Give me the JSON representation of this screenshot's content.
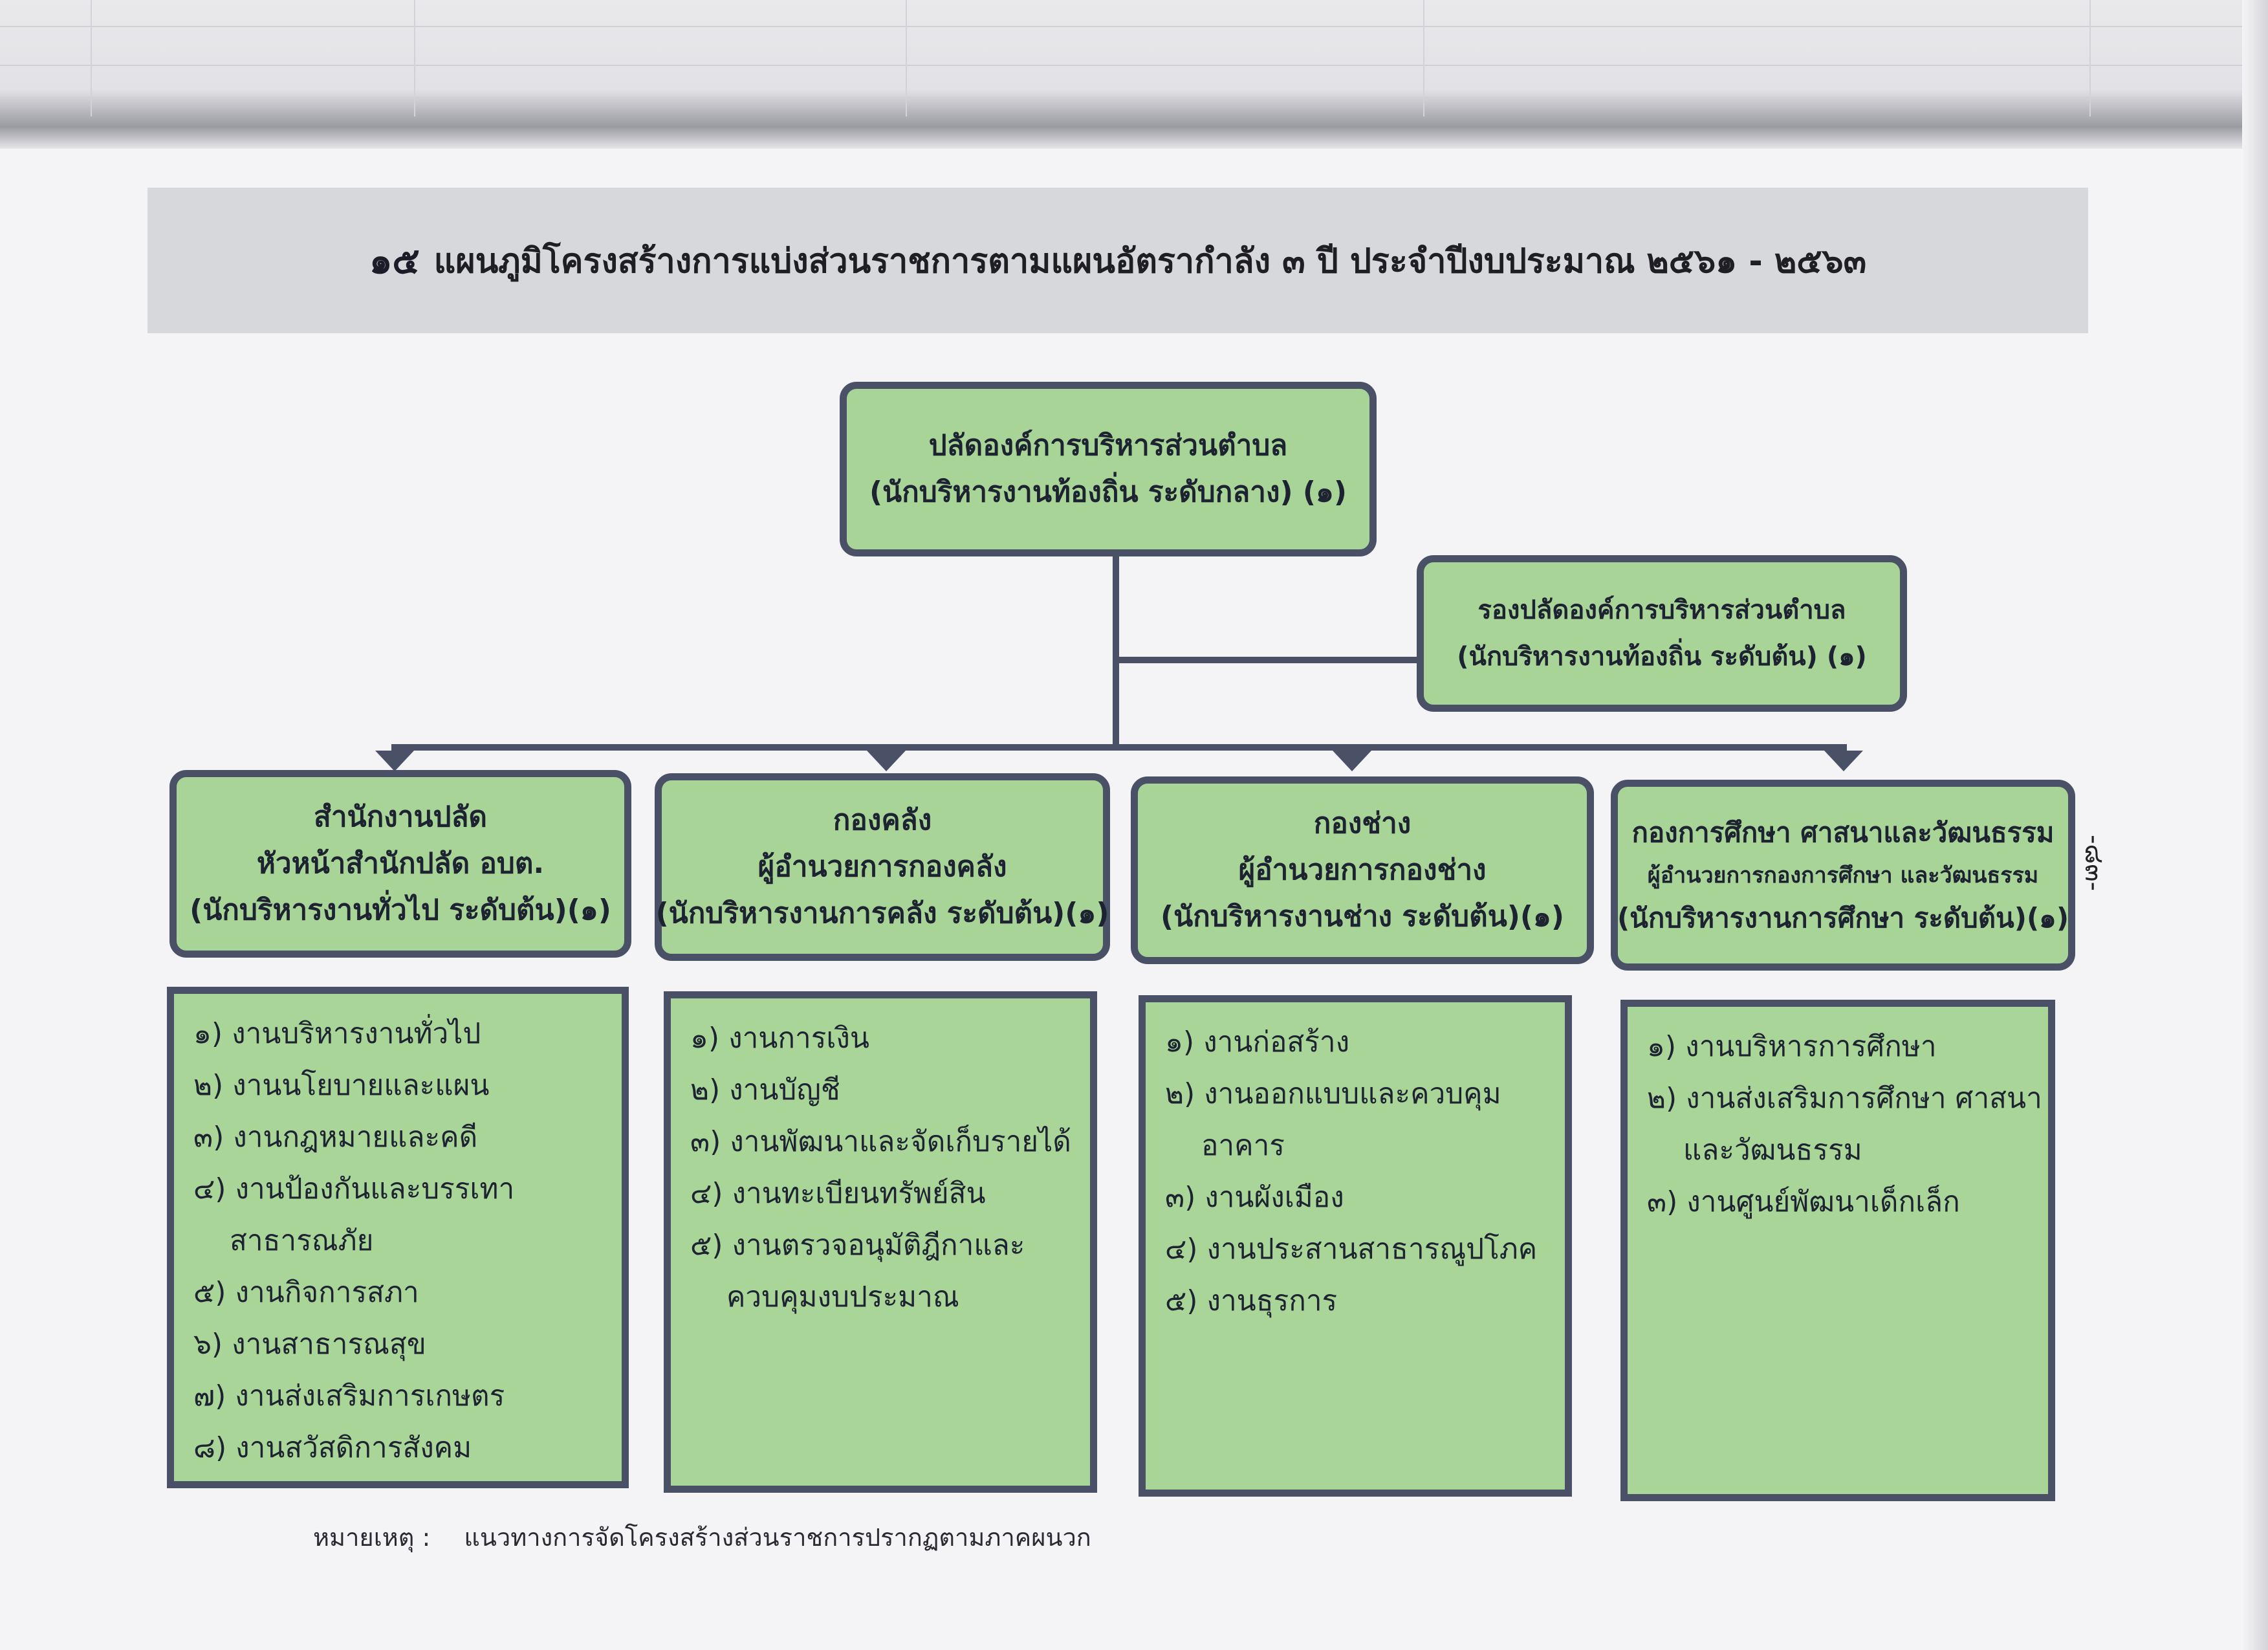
{
  "title": {
    "number_icon": "๑๕",
    "text": "แผนภูมิโครงสร้างการแบ่งส่วนราชการตามแผนอัตรากำลัง ๓ ปี ประจำปีงบประมาณ ๒๕๖๑ - ๒๕๖๓"
  },
  "top_box": {
    "line1": "ปลัดองค์การบริหารส่วนตำบล",
    "line2": "(นักบริหารงานท้องถิ่น ระดับกลาง) (๑)"
  },
  "deputy_box": {
    "line1": "รองปลัดองค์การบริหารส่วนตำบล",
    "line2": "(นักบริหารงานท้องถิ่น ระดับต้น) (๑)"
  },
  "divisions": [
    {
      "name": "สำนักงานปลัด",
      "head": "หัวหน้าสำนักปลัด อบต.",
      "position": "(นักบริหารงานทั่วไป ระดับต้น)(๑)",
      "tasks": [
        "๑) งานบริหารงานทั่วไป",
        "๒) งานนโยบายและแผน",
        "๓) งานกฎหมายและคดี",
        "๔) งานป้องกันและบรรเทา",
        "สาธารณภัย",
        "๕) งานกิจการสภา",
        "๖) งานสาธารณสุข",
        "๗) งานส่งเสริมการเกษตร",
        "๘) งานสวัสดิการสังคม"
      ]
    },
    {
      "name": "กองคลัง",
      "head": "ผู้อำนวยการกองคลัง",
      "position": "(นักบริหารงานการคลัง ระดับต้น)(๑)",
      "tasks": [
        "๑) งานการเงิน",
        "๒) งานบัญชี",
        "๓) งานพัฒนาและจัดเก็บรายได้",
        "๔) งานทะเบียนทรัพย์สิน",
        "๕) งานตรวจอนุมัติฎีกาและ",
        "ควบคุมงบประมาณ"
      ]
    },
    {
      "name": "กองช่าง",
      "head": "ผู้อำนวยการกองช่าง",
      "position": "(นักบริหารงานช่าง ระดับต้น)(๑)",
      "tasks": [
        "๑) งานก่อสร้าง",
        "๒) งานออกแบบและควบคุม",
        "อาคาร",
        "๓) งานผังเมือง",
        "๔) งานประสานสาธารณูปโภค",
        "๕) งานธุรการ"
      ]
    },
    {
      "name": "กองการศึกษา ศาสนาและวัฒนธรรม",
      "head": "ผู้อำนวยการกองการศึกษา และวัฒนธรรม",
      "position": "(นักบริหารงานการศึกษา ระดับต้น)(๑)",
      "tasks": [
        "๑) งานบริหารการศึกษา",
        "๒) งานส่งเสริมการศึกษา  ศาสนา",
        "และวัฒนธรรม",
        "๓) งานศูนย์พัฒนาเด็กเล็ก"
      ]
    }
  ],
  "note": {
    "label": "หมายเหตุ :",
    "text": "แนวทางการจัดโครงสร้างส่วนราชการปรากฏตามภาคผนวก"
  },
  "page_number": "-๘๓-"
}
